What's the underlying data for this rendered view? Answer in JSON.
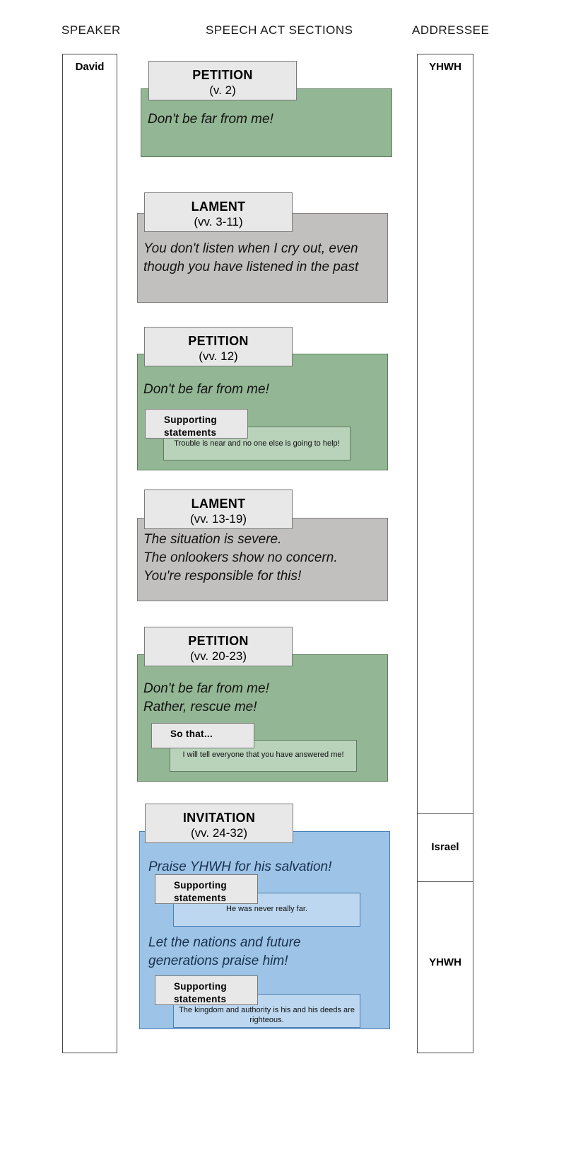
{
  "headers": {
    "speaker": "SPEAKER",
    "sections": "SPEECH ACT SECTIONS",
    "addressee": "ADDRESSEE"
  },
  "speaker": {
    "label": "David"
  },
  "addressee": {
    "segments": [
      {
        "label": "YHWH"
      },
      {
        "label": "Israel"
      },
      {
        "label": "YHWH"
      }
    ]
  },
  "colors": {
    "petition": "#93b694",
    "lament": "#c2c0bf",
    "invitation": "#9dc3e6",
    "tag_bg": "#e8e8e8",
    "invitation_text": "#18314f"
  },
  "sections": [
    {
      "id": "petition-1",
      "type": "PETITION",
      "verses": "(v. 2)",
      "quotes": [
        "Don't be far from me!"
      ],
      "sub": []
    },
    {
      "id": "lament-1",
      "type": "LAMENT",
      "verses": "(vv. 3-11)",
      "quotes": [
        "You don't listen when I cry out, even\nthough you have listened in the past"
      ],
      "sub": []
    },
    {
      "id": "petition-2",
      "type": "PETITION",
      "verses": "(vv. 12)",
      "quotes": [
        "Don't be far from me!"
      ],
      "sub": [
        {
          "tag": "Supporting\nstatements",
          "text": "Trouble is near and no one else is going to help!"
        }
      ]
    },
    {
      "id": "lament-2",
      "type": "LAMENT",
      "verses": "(vv. 13-19)",
      "quotes": [
        "The situation is severe.\nThe onlookers show no concern.\nYou're responsible for this!"
      ],
      "sub": []
    },
    {
      "id": "petition-3",
      "type": "PETITION",
      "verses": "(vv. 20-23)",
      "quotes": [
        "Don't be far from me!\nRather, rescue me!"
      ],
      "sub": [
        {
          "tag": "So that...",
          "text": "I will tell everyone that you have answered me!"
        }
      ]
    },
    {
      "id": "invitation-1",
      "type": "INVITATION",
      "verses": "(vv. 24-32)",
      "quotes": [
        "Praise YHWH for his salvation!",
        "Let the nations and future\ngenerations praise him!"
      ],
      "sub": [
        {
          "tag": "Supporting\nstatements",
          "text": "He was never really far."
        },
        {
          "tag": "Supporting\nstatements",
          "text": "The kingdom and authority is his and his deeds are righteous."
        }
      ]
    }
  ]
}
